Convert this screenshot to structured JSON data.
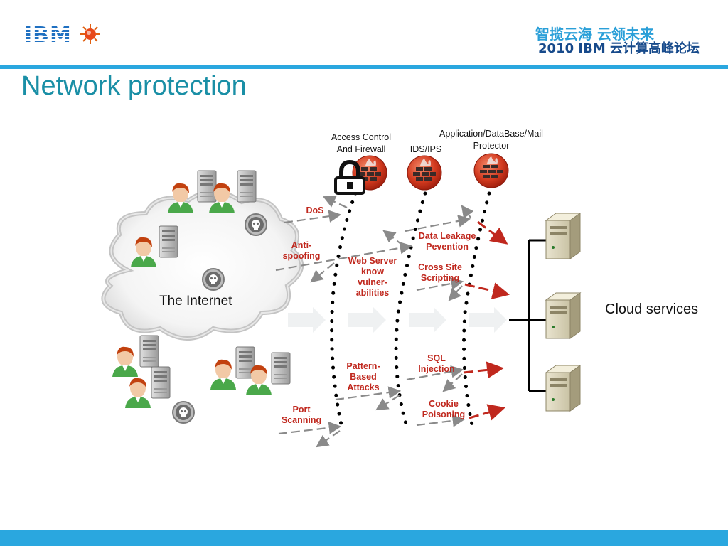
{
  "header": {
    "logo_text": "IBM",
    "slogan_line1": "智揽云海  云领未来",
    "slogan_line2": "2010 IBM 云计算高峰论坛"
  },
  "slide": {
    "title": "Network protection"
  },
  "layers": {
    "firewall_label": "Access Control\nAnd Firewall",
    "ids_label": "IDS/IPS",
    "app_label": "Application/DataBase/Mail\nProtector"
  },
  "internet_label": "The Internet",
  "cloud_label": "Cloud services",
  "threats": {
    "dos": "DoS",
    "anti_spoofing": "Anti-\nspoofing",
    "web_server": "Web Server\nknow\nvulner-\nabilities",
    "data_leakage": "Data Leakage\nPevention",
    "cross_site": "Cross Site\nScripting",
    "sql": "SQL\nInjection",
    "pattern": "Pattern-\nBased\nAttacks",
    "cookie": "Cookie\nPoisoning",
    "port": "Port\nScanning"
  },
  "colors": {
    "accent": "#2aa7df",
    "title": "#1a8fa6",
    "threat": "#c0281e",
    "firewall_icon": "#d23a1f"
  }
}
